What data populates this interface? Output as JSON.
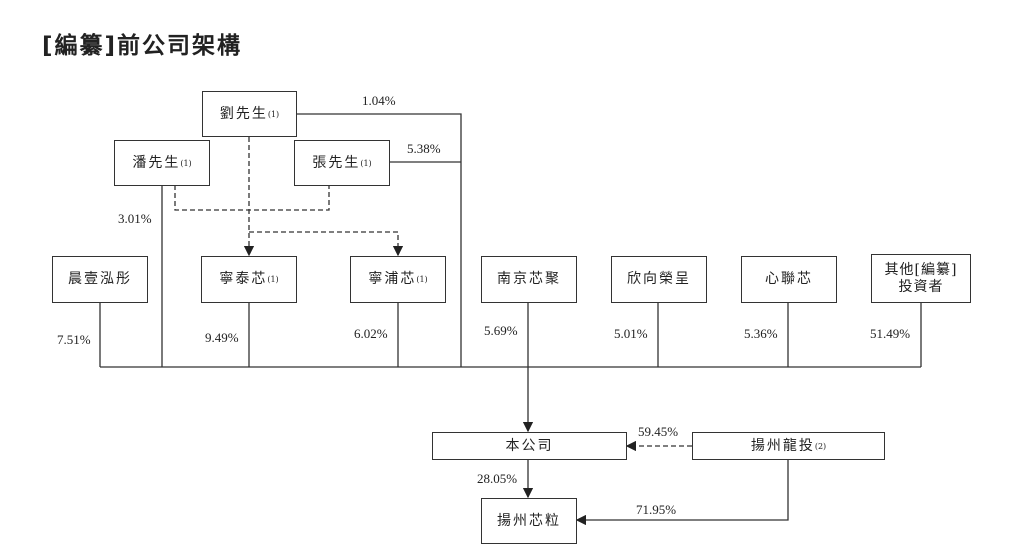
{
  "title": "[編纂]前公司架構",
  "entities": {
    "liu": {
      "name": "劉先生",
      "note": "(1)"
    },
    "pan": {
      "name": "潘先生",
      "note": "(1)"
    },
    "zhang": {
      "name": "張先生",
      "note": "(1)"
    },
    "chenyi": {
      "name": "晨壹泓彤"
    },
    "ningtai": {
      "name": "寧泰芯",
      "note": "(1)"
    },
    "ningpu": {
      "name": "寧浦芯",
      "note": "(1)"
    },
    "nanjing": {
      "name": "南京芯聚"
    },
    "xinxiang": {
      "name": "欣向榮呈"
    },
    "xinlian": {
      "name": "心聯芯"
    },
    "others": {
      "line1": "其他[編纂]",
      "line2": "投資者"
    },
    "company": {
      "name": "本公司"
    },
    "longtou": {
      "name": "揚州龍投",
      "note": "(2)"
    },
    "xinli": {
      "name": "揚州芯粒"
    }
  },
  "percentages": {
    "liu": "1.04%",
    "zhang": "5.38%",
    "pan": "3.01%",
    "chenyi": "7.51%",
    "ningtai": "9.49%",
    "ningpu": "6.02%",
    "nanjing": "5.69%",
    "xinxiang": "5.01%",
    "xinlian": "5.36%",
    "others": "51.49%",
    "longtou_company": "59.45%",
    "company_xinli": "28.05%",
    "longtou_xinli": "71.95%"
  }
}
